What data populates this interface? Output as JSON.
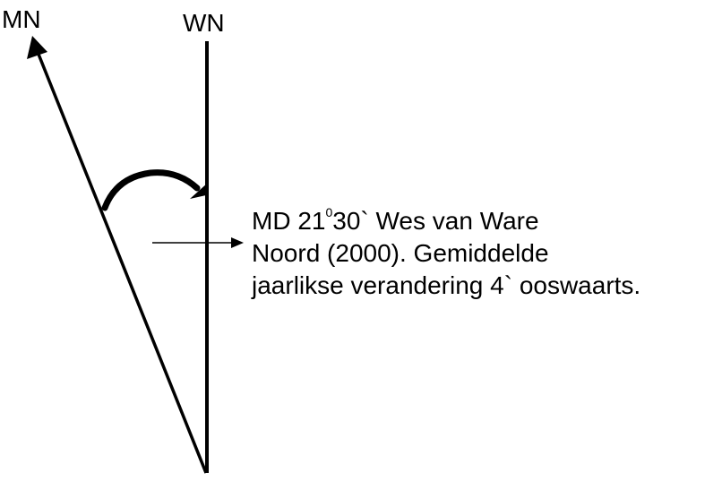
{
  "labels": {
    "magnetic_north": "MN",
    "true_north": "WN"
  },
  "declination_note": {
    "line1_prefix": "MD 21",
    "degree_symbol": "0",
    "line1_suffix": "30` Wes van Ware",
    "line2": "Noord (2000). Gemiddelde",
    "line3": "jaarlikse verandering 4` ooswaarts."
  },
  "colors": {
    "line": "#000000",
    "background": "#ffffff"
  }
}
